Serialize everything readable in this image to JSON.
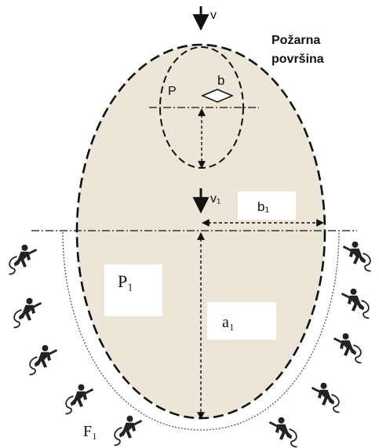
{
  "diagram": {
    "labels": {
      "title_line1": "Požarna",
      "title_line2": "površina",
      "v": "v",
      "v1": "v₁",
      "P": "P",
      "b": "b",
      "b1": "b₁",
      "P1": "P₁",
      "a1": "a₁",
      "F1": "F₁"
    },
    "colors": {
      "fire_area_fill": "#ece6d8",
      "stroke": "#111111",
      "label_box": "#ffffff"
    },
    "icons": {
      "firefighter": "firefighter-with-hose-icon",
      "direction_arrow": "arrow-down-icon"
    }
  }
}
